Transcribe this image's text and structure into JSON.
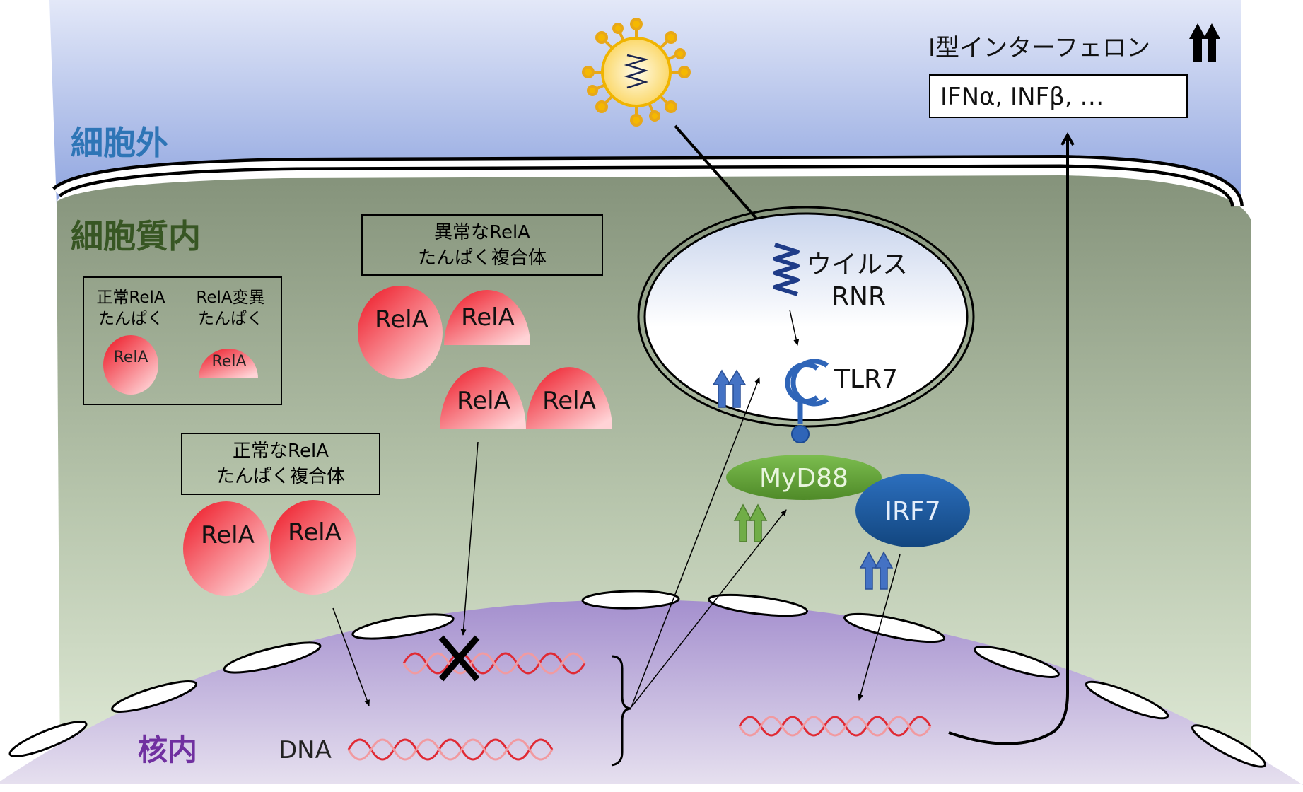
{
  "regions": {
    "extracellular": "細胞外",
    "cytoplasm": "細胞質内",
    "nucleus": "核内"
  },
  "legend": {
    "normal_line1": "正常RelA",
    "normal_line2": "たんぱく",
    "mutant_line1": "RelA変異",
    "mutant_line2": "たんぱく",
    "normal_protein_label": "RelA",
    "mutant_protein_label": "RelA"
  },
  "abnormal_complex": {
    "box_line1": "異常なRelA",
    "box_line2": "たんぱく複合体",
    "proteins": [
      "RelA",
      "RelA",
      "RelA",
      "RelA"
    ]
  },
  "normal_complex": {
    "box_line1": "正常なRelA",
    "box_line2": "たんぱく複合体",
    "proteins": [
      "RelA",
      "RelA"
    ]
  },
  "endosome": {
    "viral_rna_line1": "ウイルス",
    "viral_rna_line2": "RNR",
    "receptor": "TLR7"
  },
  "signaling": {
    "adaptor": "MyD88",
    "transcription_factor": "IRF7"
  },
  "interferon": {
    "title": "Ⅰ型インターフェロン",
    "list": "IFNα, INFβ, …"
  },
  "dna_label": "DNA",
  "colors": {
    "extracellular_top": "#dfe5f7",
    "extracellular_bottom": "#8fa6df",
    "cytoplasm_top": "#8a9880",
    "cytoplasm_bottom": "#dde9d2",
    "nucleus_top": "#a793cf",
    "nucleus_bottom": "#e3ddec",
    "region_extra_text": "#2e75b6",
    "region_cyto_text": "#375623",
    "region_nuc_text": "#7030a0",
    "myd88": "#5fa031",
    "irf7": "#1f5fa8",
    "tlr7": "#2f65b8",
    "relA": "#f24452"
  }
}
